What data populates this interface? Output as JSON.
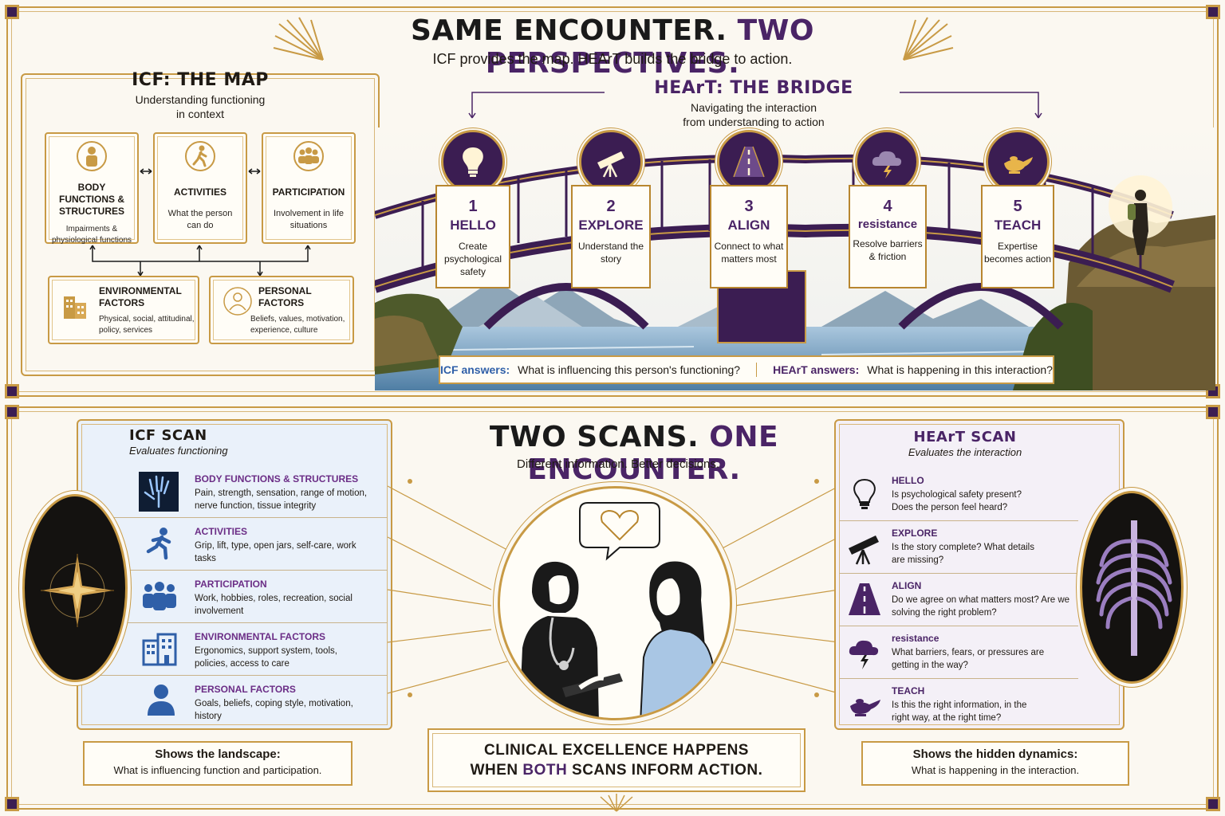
{
  "header": {
    "title_part1": "SAME ENCOUNTER.",
    "title_part2": "TWO PERSPECTIVES.",
    "subtitle": "ICF provides the map. HEArT builds the bridge to action."
  },
  "icf_map": {
    "title": "ICF: THE MAP",
    "subtitle": "Understanding functioning\nin context",
    "cards": [
      {
        "icon": "person-icon",
        "title": "BODY FUNCTIONS & STRUCTURES",
        "desc": "Impairments & physiological functions"
      },
      {
        "icon": "walking-icon",
        "title": "ACTIVITIES",
        "desc": "What the person can do"
      },
      {
        "icon": "group-icon",
        "title": "PARTICIPATION",
        "desc": "Involvement in life situations"
      }
    ],
    "bottom_cards": [
      {
        "icon": "building-icon",
        "title": "ENVIRONMENTAL FACTORS",
        "desc": "Physical, social, attitudinal, policy, services"
      },
      {
        "icon": "person-outline-icon",
        "title": "PERSONAL FACTORS",
        "desc": "Beliefs, values, motivation, experience, culture"
      }
    ]
  },
  "heart_bridge": {
    "title": "HEArT: THE BRIDGE",
    "subtitle": "Navigating the interaction\nfrom understanding to action",
    "steps": [
      {
        "num": "1",
        "name": "HELLO",
        "desc": "Create psychological safety",
        "icon": "lightbulb-icon"
      },
      {
        "num": "2",
        "name": "EXPLORE",
        "desc": "Understand the story",
        "icon": "telescope-icon"
      },
      {
        "num": "3",
        "name": "ALIGN",
        "desc": "Connect to what matters most",
        "icon": "road-icon"
      },
      {
        "num": "4",
        "name": "resistance",
        "desc": "Resolve barriers & friction",
        "icon": "storm-cloud-icon"
      },
      {
        "num": "5",
        "name": "TEACH",
        "desc": "Expertise becomes action",
        "icon": "lamp-icon"
      }
    ],
    "answers": {
      "icf_label": "ICF answers:",
      "icf_text": "What is influencing this person's functioning?",
      "heart_label": "HEArT answers:",
      "heart_text": "What is happening in this interaction?"
    }
  },
  "middle": {
    "title_part1": "TWO SCANS.",
    "title_part2": "ONE ENCOUNTER.",
    "subtitle": "Different information. Better decisions.",
    "callout_line1": "CLINICAL EXCELLENCE HAPPENS",
    "callout_line2_a": "WHEN",
    "callout_line2_b": "BOTH",
    "callout_line2_c": "SCANS INFORM ACTION."
  },
  "icf_scan": {
    "title": "ICF SCAN",
    "subtitle": "Evaluates functioning",
    "rows": [
      {
        "icon": "xray-hand-icon",
        "title": "BODY FUNCTIONS & STRUCTURES",
        "desc": "Pain, strength, sensation, range of motion, nerve function, tissue integrity"
      },
      {
        "icon": "running-icon",
        "title": "ACTIVITIES",
        "desc": "Grip, lift, type, open jars, self-care, work tasks"
      },
      {
        "icon": "group-icon",
        "title": "PARTICIPATION",
        "desc": "Work, hobbies, roles, recreation, social involvement"
      },
      {
        "icon": "building-icon",
        "title": "ENVIRONMENTAL FACTORS",
        "desc": "Ergonomics, support system, tools, policies, access to care"
      },
      {
        "icon": "person-icon",
        "title": "PERSONAL FACTORS",
        "desc": "Goals, beliefs, coping style, motivation, history"
      }
    ],
    "footer_title": "Shows the landscape:",
    "footer_text": "What is influencing function and participation."
  },
  "heart_scan": {
    "title": "HEArT SCAN",
    "subtitle": "Evaluates the interaction",
    "rows": [
      {
        "icon": "lightbulb-icon",
        "title": "HELLO",
        "desc": "Is psychological safety present? Does the person feel heard?"
      },
      {
        "icon": "telescope-icon",
        "title": "EXPLORE",
        "desc": "Is the story complete? What details are missing?"
      },
      {
        "icon": "road-icon",
        "title": "ALIGN",
        "desc": "Do we agree on what matters most? Are we solving the right problem?"
      },
      {
        "icon": "storm-cloud-icon",
        "title": "resistance",
        "desc": "What barriers, fears, or pressures are getting in the way?"
      },
      {
        "icon": "lamp-icon",
        "title": "TEACH",
        "desc": "Is this the right information, in the right way, at the right time?"
      }
    ],
    "footer_title": "Shows the hidden dynamics:",
    "footer_text": "What is happening in the interaction."
  },
  "colors": {
    "gold": "#c89a45",
    "purple": "#4a2466",
    "deep_purple": "#3b1d52",
    "blue": "#2f5fa8",
    "background": "#fbf8f1"
  }
}
